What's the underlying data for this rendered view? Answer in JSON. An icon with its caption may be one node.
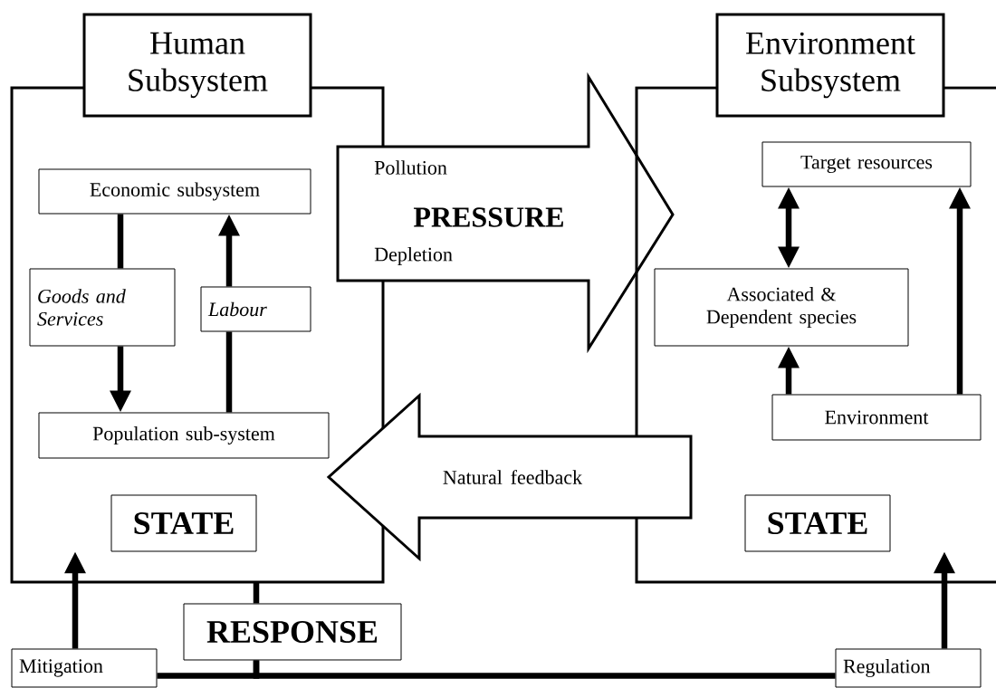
{
  "diagram": {
    "nodes": [
      {
        "text": [
          "Human Subsystem"
        ]
      },
      {
        "text": [
          "Economic subsystem"
        ],
        "in": 0
      },
      {
        "text": [
          "Goods and Services"
        ],
        "in": 0
      },
      {
        "text": [
          "Labour"
        ],
        "in": 0
      },
      {
        "text": [
          "Population sub-system"
        ],
        "in": 0
      },
      {
        "text": [
          "STATE"
        ],
        "in": 0
      },
      {
        "text": [
          "Pollution",
          "PRESSURE",
          "Depletion"
        ]
      },
      {
        "text": [
          "Environment Subsystem"
        ]
      },
      {
        "text": [
          "Target resources"
        ],
        "in": 7
      },
      {
        "text": [
          "Associated & Dependent species"
        ],
        "in": 7
      },
      {
        "text": [
          "Environment"
        ],
        "in": 7
      },
      {
        "text": [
          "STATE"
        ],
        "in": 7
      },
      {
        "text": [
          "Natural feedback"
        ]
      },
      {
        "text": [
          "RESPONSE"
        ]
      },
      {
        "text": [
          "Mitigation"
        ]
      },
      {
        "text": [
          "Regulation"
        ]
      }
    ],
    "edges": [
      {
        "from": 1,
        "to": 2,
        "arrow": "none"
      },
      {
        "from": 2,
        "to": 4,
        "arrow": "to"
      },
      {
        "from": 4,
        "to": 3,
        "arrow": "none"
      },
      {
        "from": 3,
        "to": 1,
        "arrow": "to"
      },
      {
        "from": 9,
        "to": 8,
        "arrow": "both"
      },
      {
        "from": 10,
        "to": 9,
        "arrow": "to"
      },
      {
        "from": 10,
        "to": 8,
        "arrow": "to"
      },
      {
        "from": 14,
        "to": 0,
        "arrow": "to"
      },
      {
        "from": 15,
        "to": 7,
        "arrow": "to"
      },
      {
        "from": 0,
        "to": 13,
        "arrow": "none"
      },
      {
        "from": 13,
        "to": 14,
        "arrow": "none"
      },
      {
        "from": 13,
        "to": 15,
        "arrow": "none"
      }
    ]
  }
}
